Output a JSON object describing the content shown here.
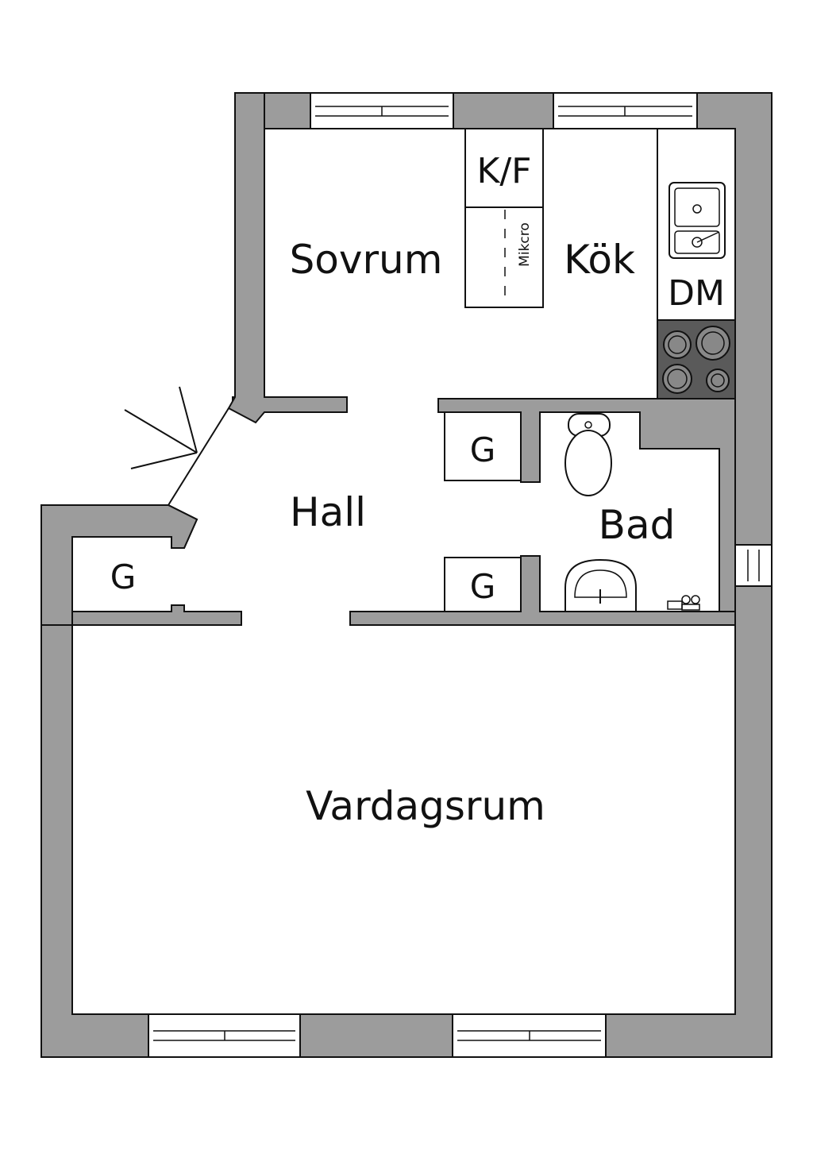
{
  "rooms": {
    "sovrum": "Sovrum",
    "kok": "Kök",
    "hall": "Hall",
    "bad": "Bad",
    "vardagsrum": "Vardagsrum"
  },
  "fixtures": {
    "kf": "K/F",
    "mikcro": "Mikcro",
    "dm": "DM",
    "g1": "G",
    "g2": "G",
    "g3": "G"
  },
  "colors": {
    "wall": "#9c9c9c",
    "stove": "#5a5a5a",
    "line": "#111111",
    "background": "#ffffff"
  }
}
